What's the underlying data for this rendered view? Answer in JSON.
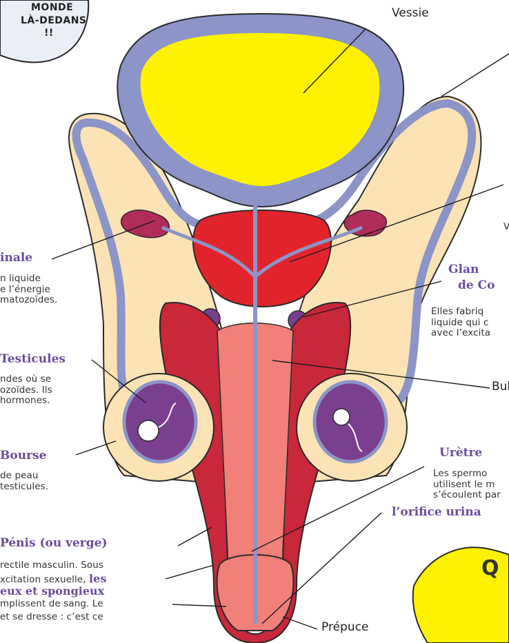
{
  "bubble": {
    "line1": "MONDE",
    "line2": "LÀ-DEDANS",
    "mark": "!!"
  },
  "labels": {
    "vessie": "Vessie",
    "prepuce": "Prépuce",
    "bul": "Bul"
  },
  "vesicule": {
    "title": "inale",
    "text": "n liquide\ne l’énergie\nmatozoïdes."
  },
  "testicules": {
    "title": "Testicules",
    "text": "ndes où se\nozoïdes. Ils\nhormones."
  },
  "bourse": {
    "title": "Bourse",
    "text": "de peau\ntesticules."
  },
  "penis": {
    "title": "Pénis (ou verge)",
    "text1": "rectile masculin. Sous",
    "text2a": "xcitation sexuelle, ",
    "text2b": "les",
    "text3a": "eux et spongieux",
    "text4": "mplissent de sang. Le",
    "text5": "et se dresse : c’est ce"
  },
  "glandes": {
    "title1": "Glan",
    "title2": "de Co",
    "text": "Elles fabriq\nliquide qui c\navec l’excita"
  },
  "uretre": {
    "title": "Urètre",
    "text": "Les spermo\nutilisent le m\ns’écoulent par"
  },
  "orifice": {
    "title": "l’orifice urina"
  },
  "stray": {
    "v": "V",
    "q": "Q"
  },
  "colors": {
    "bladder": "#fff200",
    "duct": "#8c94c8",
    "prostate": "#e1242c",
    "penis": "#c8283a",
    "spongy": "#f08078",
    "testis": "#7a3f8e",
    "skin": "#fbe3b6",
    "heading": "#6a4c9c"
  }
}
